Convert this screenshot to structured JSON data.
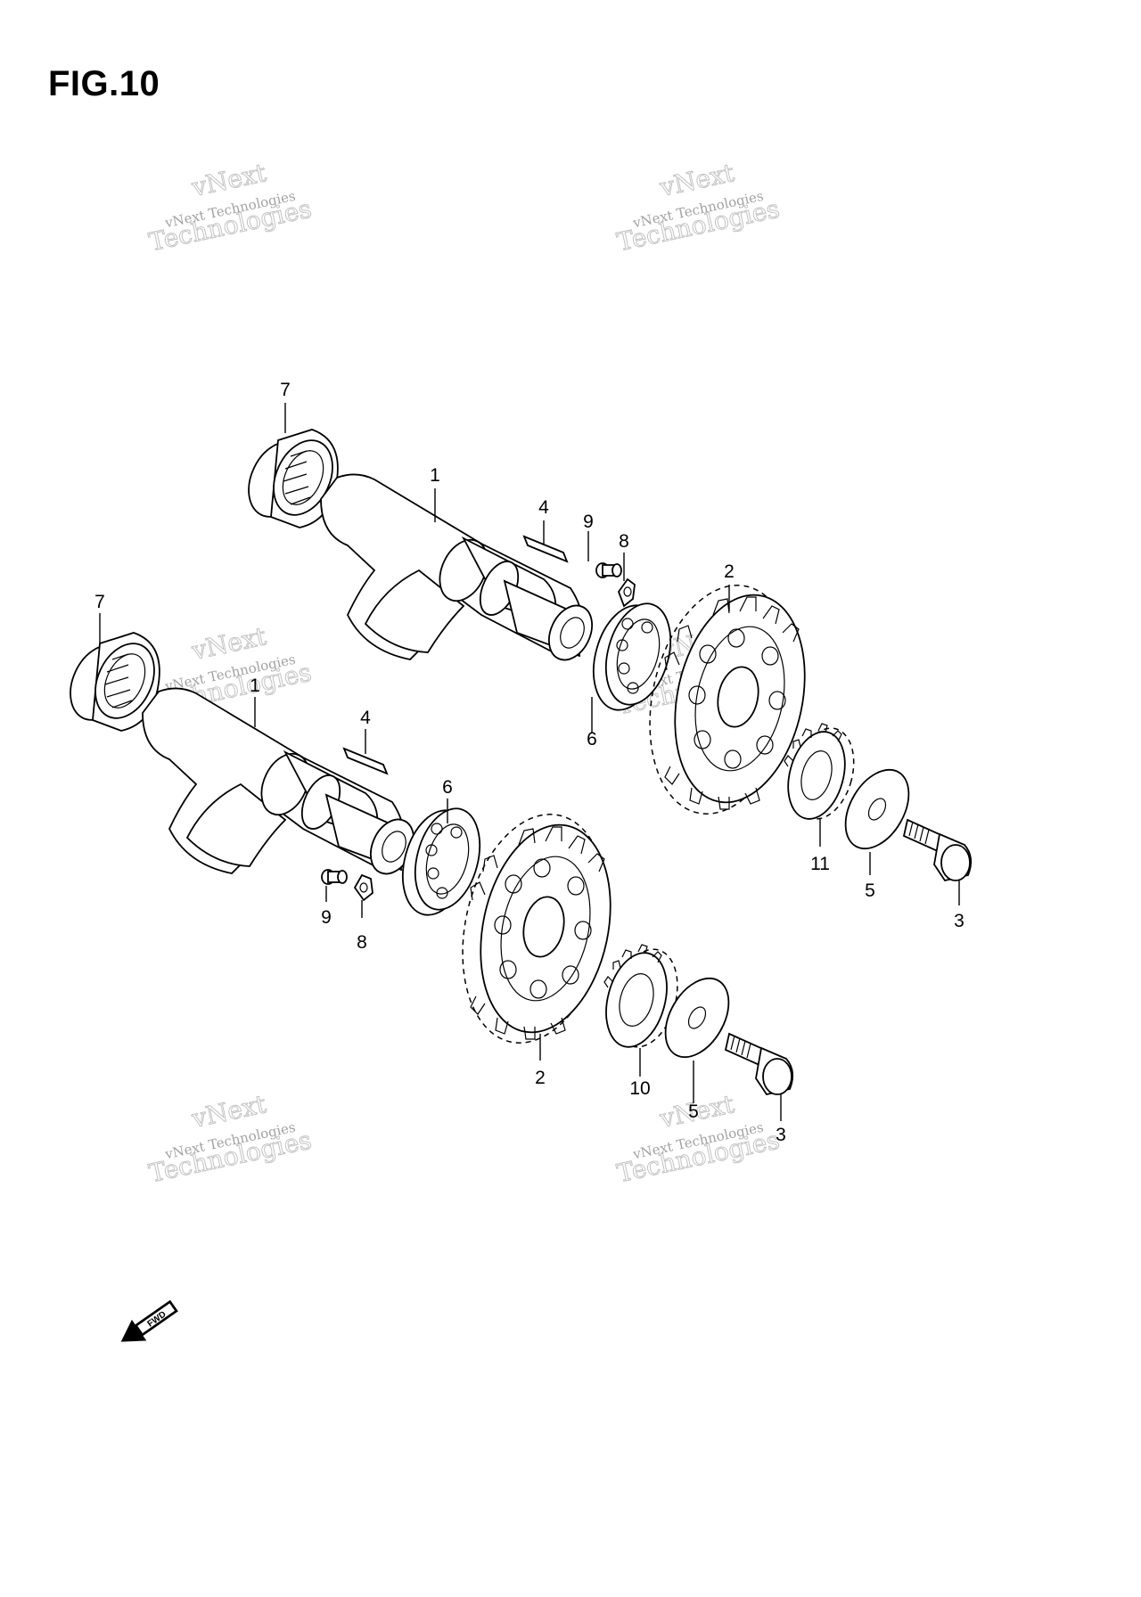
{
  "figure": {
    "title": "FIG.10"
  },
  "watermark": {
    "line1": "vNext",
    "line2": "vNext Technologies",
    "line3": "Technologies"
  },
  "fwd_label": "FWD",
  "callouts": {
    "upper": {
      "p7": "7",
      "p1": "1",
      "p4": "4",
      "p9": "9",
      "p8": "8",
      "p2": "2",
      "p6": "6",
      "p11": "11",
      "p5": "5",
      "p3": "3"
    },
    "lower": {
      "p7": "7",
      "p1": "1",
      "p4": "4",
      "p6": "6",
      "p9": "9",
      "p8": "8",
      "p2": "2",
      "p10": "10",
      "p5": "5",
      "p3": "3"
    }
  }
}
